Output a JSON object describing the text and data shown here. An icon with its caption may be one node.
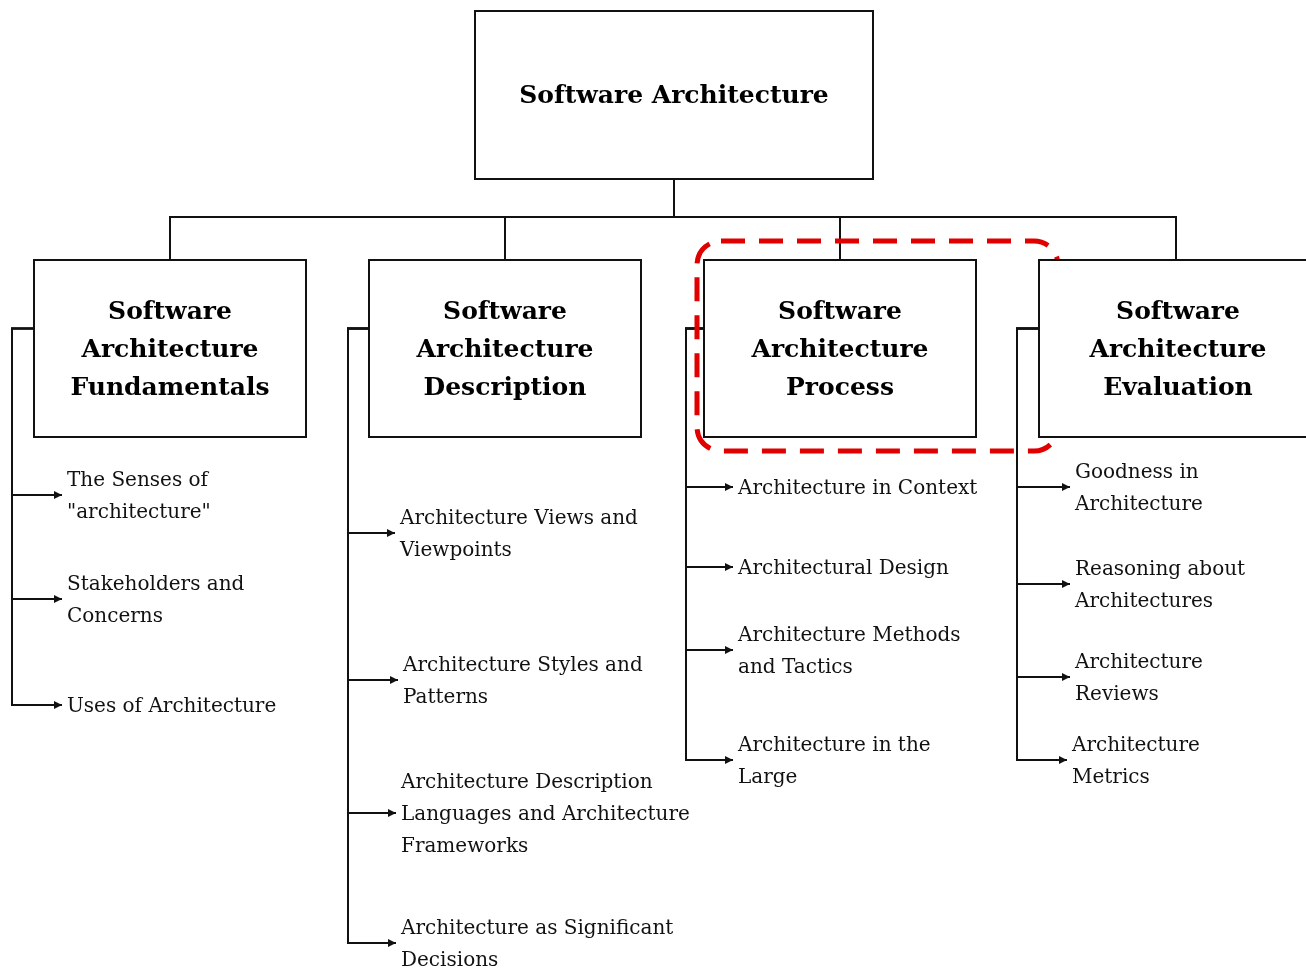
{
  "diagram": {
    "nodes": [
      {
        "text": [
          "Software Architecture"
        ]
      },
      {
        "text": [
          "Software Architecture Fundamentals"
        ]
      },
      {
        "text": [
          "Software Architecture Description"
        ]
      },
      {
        "text": [
          "Software Architecture Process"
        ]
      },
      {
        "text": [
          "Software Architecture Evaluation"
        ]
      },
      {
        "text": [
          "The Senses of \"architecture\""
        ]
      },
      {
        "text": [
          "Stakeholders and Concerns"
        ]
      },
      {
        "text": [
          "Uses of Architecture"
        ]
      },
      {
        "text": [
          "Architecture Views and Viewpoints"
        ]
      },
      {
        "text": [
          "Architecture Styles and Patterns"
        ]
      },
      {
        "text": [
          "Architecture Description Languages and Architecture Frameworks"
        ]
      },
      {
        "text": [
          "Architecture as Significant Decisions"
        ]
      },
      {
        "text": [
          "Architecture in Context"
        ]
      },
      {
        "text": [
          "Architectural Design"
        ]
      },
      {
        "text": [
          "Architecture Methods and Tactics"
        ]
      },
      {
        "text": [
          "Architecture in the Large"
        ]
      },
      {
        "text": [
          "Goodness in Architecture"
        ]
      },
      {
        "text": [
          "Reasoning about Architectures"
        ]
      },
      {
        "text": [
          "Architecture Reviews"
        ]
      },
      {
        "text": [
          "Architecture Metrics"
        ]
      }
    ],
    "edges": [
      {
        "from": 0,
        "to": 1,
        "arrow": "none"
      },
      {
        "from": 0,
        "to": 2,
        "arrow": "none"
      },
      {
        "from": 0,
        "to": 3,
        "arrow": "none"
      },
      {
        "from": 0,
        "to": 4,
        "arrow": "none"
      },
      {
        "from": 1,
        "to": 5,
        "arrow": "to"
      },
      {
        "from": 1,
        "to": 6,
        "arrow": "to"
      },
      {
        "from": 1,
        "to": 7,
        "arrow": "to"
      },
      {
        "from": 2,
        "to": 8,
        "arrow": "to"
      },
      {
        "from": 2,
        "to": 9,
        "arrow": "to"
      },
      {
        "from": 2,
        "to": 10,
        "arrow": "to"
      },
      {
        "from": 2,
        "to": 11,
        "arrow": "to"
      },
      {
        "from": 3,
        "to": 12,
        "arrow": "to"
      },
      {
        "from": 3,
        "to": 13,
        "arrow": "to"
      },
      {
        "from": 3,
        "to": 14,
        "arrow": "to"
      },
      {
        "from": 3,
        "to": 15,
        "arrow": "to"
      },
      {
        "from": 4,
        "to": 16,
        "arrow": "to"
      },
      {
        "from": 4,
        "to": 17,
        "arrow": "to"
      },
      {
        "from": 4,
        "to": 18,
        "arrow": "to"
      },
      {
        "from": 4,
        "to": 19,
        "arrow": "to"
      }
    ]
  }
}
